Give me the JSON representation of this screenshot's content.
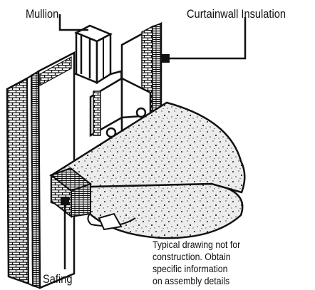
{
  "labels": {
    "mullion": "Mullion",
    "curtainwall_insulation": "Curtainwall Insulation",
    "safing": "Safing"
  },
  "note": {
    "lines": [
      "Typical drawing not for",
      "construction. Obtain",
      "specific information",
      "on assembly details"
    ]
  },
  "colors": {
    "ink": "#111111",
    "background": "#ffffff",
    "insulation_fill": "#e9e9e9"
  }
}
